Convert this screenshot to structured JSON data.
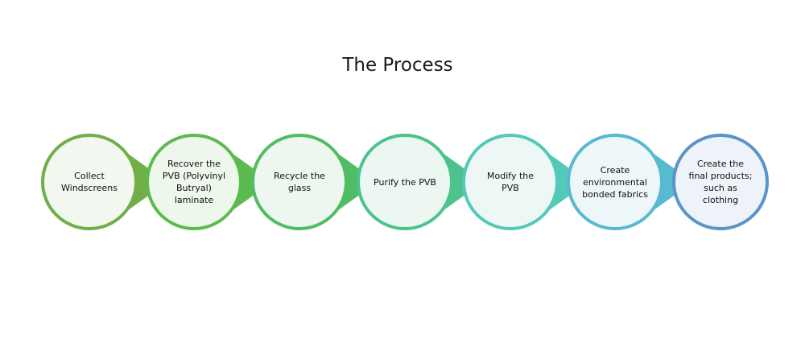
{
  "title": "The Process",
  "steps": [
    {
      "label_lines": [
        "Collect",
        "Windscreens"
      ],
      "stroke": "#72ae48",
      "fill": "#f2f7ef"
    },
    {
      "label_lines": [
        "Recover the",
        "PVB (Polyvinyl",
        "Butryal)",
        "laminate"
      ],
      "stroke": "#5cba4e",
      "fill": "#eef7ec"
    },
    {
      "label_lines": [
        "Recycle the",
        "glass"
      ],
      "stroke": "#4fbd64",
      "fill": "#edf7ef"
    },
    {
      "label_lines": [
        "Purify the PVB"
      ],
      "stroke": "#4cc38c",
      "fill": "#ecf7f2"
    },
    {
      "label_lines": [
        "Modify the",
        "PVB"
      ],
      "stroke": "#54c9b8",
      "fill": "#edf8f6"
    },
    {
      "label_lines": [
        "Create",
        "environmental",
        "bonded fabrics"
      ],
      "stroke": "#57bace",
      "fill": "#edf6f9"
    },
    {
      "label_lines": [
        "Create the",
        "final products;",
        "such as",
        "clothing"
      ],
      "stroke": "#5b94c8",
      "fill": "#eef3f9"
    }
  ]
}
